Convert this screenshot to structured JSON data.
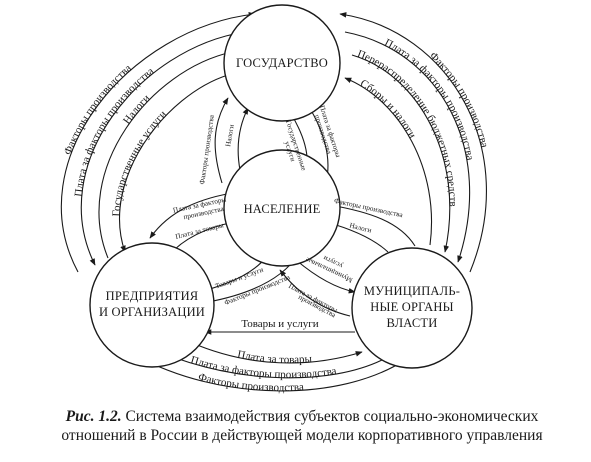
{
  "nodes": {
    "state": "ГОСУДАРСТВО",
    "population": "НАСЕЛЕНИЕ",
    "enterprises": [
      "ПРЕДПРИЯТИЯ",
      "И ОРГАНИЗАЦИИ"
    ],
    "municipal": [
      "МУНИЦИПАЛЬ-",
      "НЫЕ ОРГАНЫ",
      "ВЛАСТИ"
    ]
  },
  "flows": {
    "outer_left_1": "Факторы производства",
    "outer_left_2": "Плата за факторы производства",
    "outer_left_3": "Налоги",
    "outer_left_4": "Государственные услуги",
    "outer_right_1": "Факторы производства",
    "outer_right_2": "Плата за факторы производства",
    "outer_right_3": "Перераспределение бюджетных средств",
    "outer_right_4": "Сборы и налоги",
    "bottom_1": "Товары и услуги",
    "bottom_2": "Плата за товары",
    "bottom_3": "Плата за факторы производства",
    "bottom_4": "Факторы производства",
    "pop_ent_1": "Плата за факторы",
    "pop_ent_1b": "производства",
    "pop_ent_2": "Плата за товары",
    "pop_ent_3": "Товары и услуги",
    "pop_ent_4": "Факторы производства",
    "pop_state_1": "Факторы производства",
    "pop_state_2": "Налоги",
    "pop_state_3": "Государственные",
    "pop_state_3b": "услуги",
    "pop_state_4": "Плата за факторы",
    "pop_state_4b": "производства",
    "pop_mun_1": "Факторы производства",
    "pop_mun_2": "Налоги",
    "pop_mun_3": "Муниципальные",
    "pop_mun_3b": "услуги",
    "pop_mun_4": "Плата за факторы",
    "pop_mun_4b": "производства"
  },
  "caption": {
    "number": "Рис. 1.2.",
    "text_line1": "Система взаимодействия субъектов социально-экономических",
    "text_line2": "отношений в России в действующей модели корпоративного управления"
  }
}
